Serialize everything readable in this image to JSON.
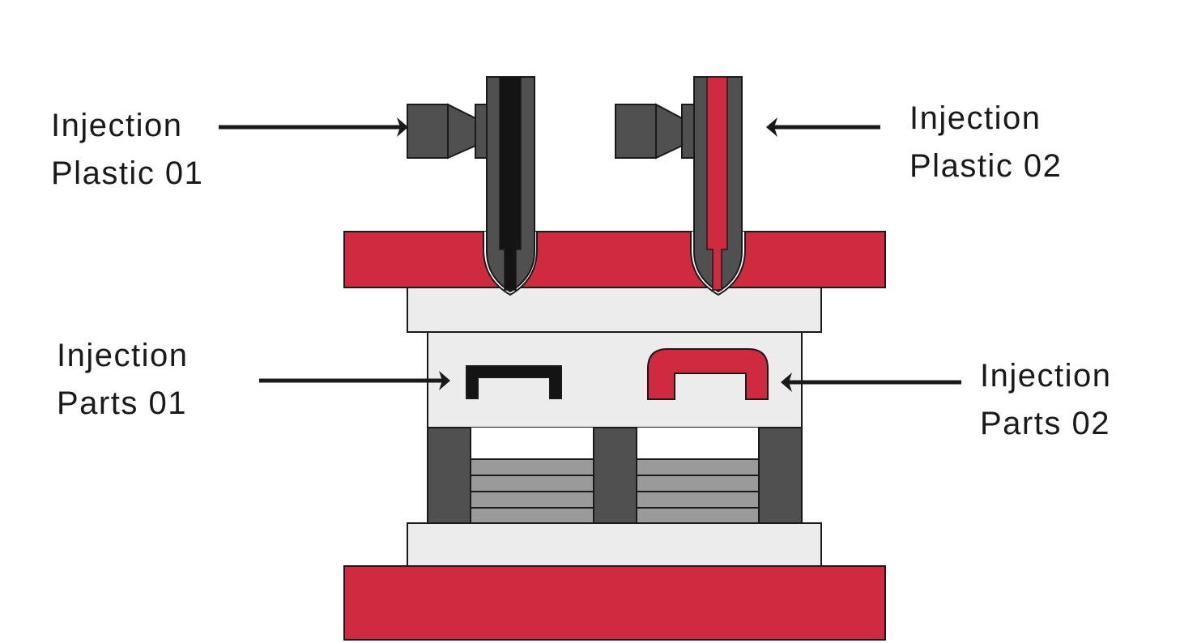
{
  "labels": {
    "plastic01": {
      "line1": "Injection",
      "line2": "Plastic 01"
    },
    "plastic02": {
      "line1": "Injection",
      "line2": "Plastic 02"
    },
    "parts01": {
      "line1": "Injection",
      "line2": "Parts 01"
    },
    "parts02": {
      "line1": "Injection",
      "line2": "Parts 02"
    }
  },
  "colors": {
    "red": "#cf2a40",
    "dark_grey": "#505050",
    "light_grey": "#ececec",
    "mid_grey": "#999999",
    "black": "#141414"
  }
}
